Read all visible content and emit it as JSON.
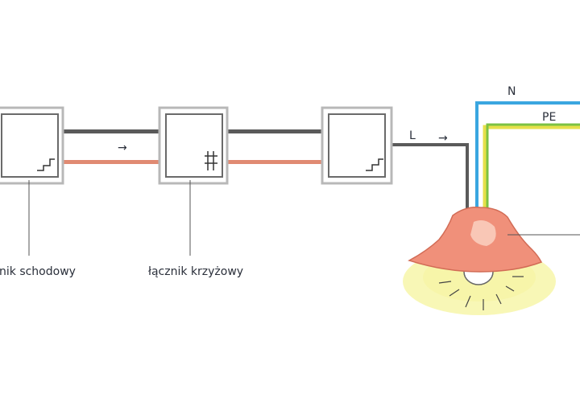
{
  "labels": {
    "switch_left": "nik schodowy",
    "switch_middle": "łącznik krzyżowy",
    "wire_N": "N",
    "wire_PE": "PE",
    "wire_L": "L",
    "arrow_1": "→",
    "arrow_2": "→"
  },
  "colors": {
    "phase_wire": "#5a5a5a",
    "traveler_wire": "#e08a72",
    "neutral_wire": "#3aa6e0",
    "pe_green": "#7cc242",
    "pe_yellow": "#e6e04a",
    "lamp_shade": "#f0907a",
    "lamp_glow": "#f2f07a"
  },
  "icons": {
    "switch_left": "staircase-switch-symbol",
    "switch_middle": "cross-switch-symbol",
    "switch_right": "staircase-switch-symbol",
    "lamp": "pendant-lamp-icon"
  }
}
